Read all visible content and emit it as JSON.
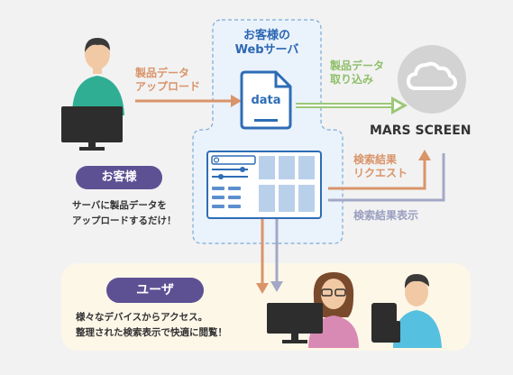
{
  "server": {
    "title_line1": "お客様の",
    "title_line2": "Webサーバ",
    "file_label": "data"
  },
  "arrows": {
    "upload_line1": "製品データ",
    "upload_line2": "アップロード",
    "import_line1": "製品データ",
    "import_line2": "取り込み",
    "search_request_line1": "検索結果",
    "search_request_line2": "リクエスト",
    "search_display": "検索結果表示"
  },
  "mars": {
    "name": "MARS SCREEN",
    "icon": "cloud-icon"
  },
  "customer": {
    "badge": "お客様",
    "desc_line1": "サーバに製品データを",
    "desc_line2": "アップロードするだけ！"
  },
  "user": {
    "badge": "ユーザ",
    "desc_line1": "様々なデバイスからアクセス。",
    "desc_line2": "整理された検索表示で快適に閲覧！"
  },
  "colors": {
    "orange": "#d9946a",
    "green": "#9cc777",
    "purple": "#5d5194",
    "lavender": "#a4a8c6",
    "server_bg": "#eaf2fb",
    "user_panel": "#fdf7e8"
  }
}
